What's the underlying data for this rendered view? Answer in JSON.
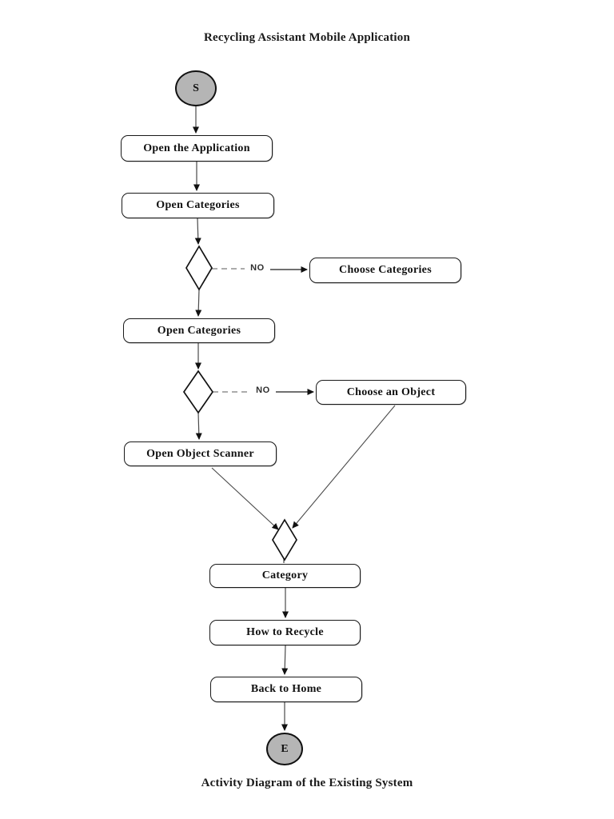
{
  "page": {
    "title": "Recycling Assistant Mobile Application",
    "caption": "Activity Diagram of the Existing System"
  },
  "colors": {
    "terminal_fill": "#b5b5b5",
    "node_fill": "#ffffff",
    "node_border": "#1a1a1a",
    "connector": "#4a4a4a",
    "arrowhead": "#111111"
  },
  "diagram": {
    "start_label": "S",
    "end_label": "E",
    "nodes": [
      {
        "id": "open-application",
        "label": "Open the Application"
      },
      {
        "id": "open-categories-1",
        "label": "Open Categories"
      },
      {
        "id": "choose-categories",
        "label": "Choose Categories"
      },
      {
        "id": "open-categories-2",
        "label": "Open Categories"
      },
      {
        "id": "choose-an-object",
        "label": "Choose an Object"
      },
      {
        "id": "open-object-scanner",
        "label": "Open Object Scanner"
      },
      {
        "id": "category",
        "label": "Category"
      },
      {
        "id": "how-to-recycle",
        "label": "How to Recycle"
      },
      {
        "id": "back-to-home",
        "label": "Back to Home"
      }
    ],
    "edge_labels": {
      "decision1_no": "NO",
      "decision2_no": "NO"
    }
  }
}
